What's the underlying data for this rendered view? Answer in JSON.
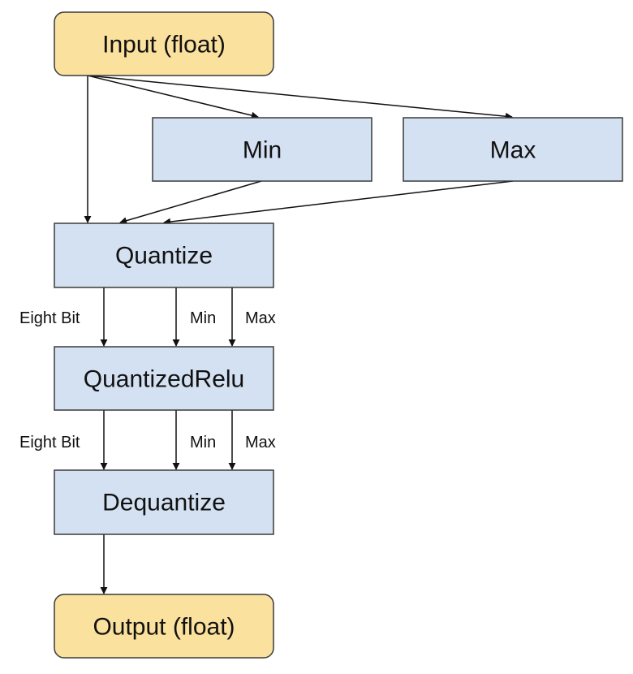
{
  "nodes": {
    "input": "Input (float)",
    "min": "Min",
    "max": "Max",
    "quantize": "Quantize",
    "quantized_relu": "QuantizedRelu",
    "dequantize": "Dequantize",
    "output": "Output (float)"
  },
  "edge_labels": {
    "quantize_to_relu": {
      "eight_bit": "Eight Bit",
      "min": "Min",
      "max": "Max"
    },
    "relu_to_dequantize": {
      "eight_bit": "Eight Bit",
      "min": "Min",
      "max": "Max"
    }
  },
  "colors": {
    "io_fill": "#fbe19e",
    "op_fill": "#d4e1f2",
    "stroke": "#3a3a3a"
  }
}
